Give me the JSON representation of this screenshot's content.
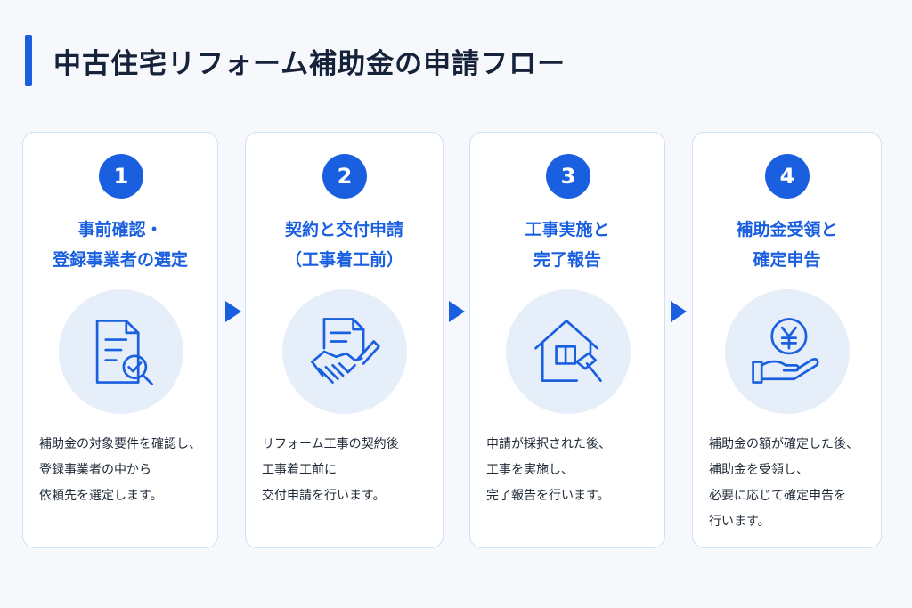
{
  "title": "中古住宅リフォーム補助金の申請フロー",
  "steps": [
    {
      "number": "1",
      "heading": [
        "事前確認・",
        "登録事業者の選定"
      ],
      "icon": "document-search-icon",
      "description": [
        "補助金の対象要件を確認し、",
        "登録事業者の中から",
        "依頼先を選定します。"
      ]
    },
    {
      "number": "2",
      "heading": [
        "契約と交付申請",
        "（工事着工前）"
      ],
      "icon": "contract-handshake-icon",
      "description": [
        "リフォーム工事の契約後",
        "工事着工前に",
        "交付申請を行います。"
      ]
    },
    {
      "number": "3",
      "heading": [
        "工事実施と",
        "完了報告"
      ],
      "icon": "house-hammer-icon",
      "description": [
        "申請が採択された後、",
        "工事を実施し、",
        "完了報告を行います。"
      ]
    },
    {
      "number": "4",
      "heading": [
        "補助金受領と",
        "確定申告"
      ],
      "icon": "yen-coin-hand-icon",
      "description": [
        "補助金の額が確定した後、",
        "補助金を受領し、",
        "必要に応じて確定申告を",
        "行います。"
      ]
    }
  ],
  "colors": {
    "accent": "#1a5fe0",
    "icon_bg": "#e6eef9",
    "card_border": "#cfe0f7"
  }
}
